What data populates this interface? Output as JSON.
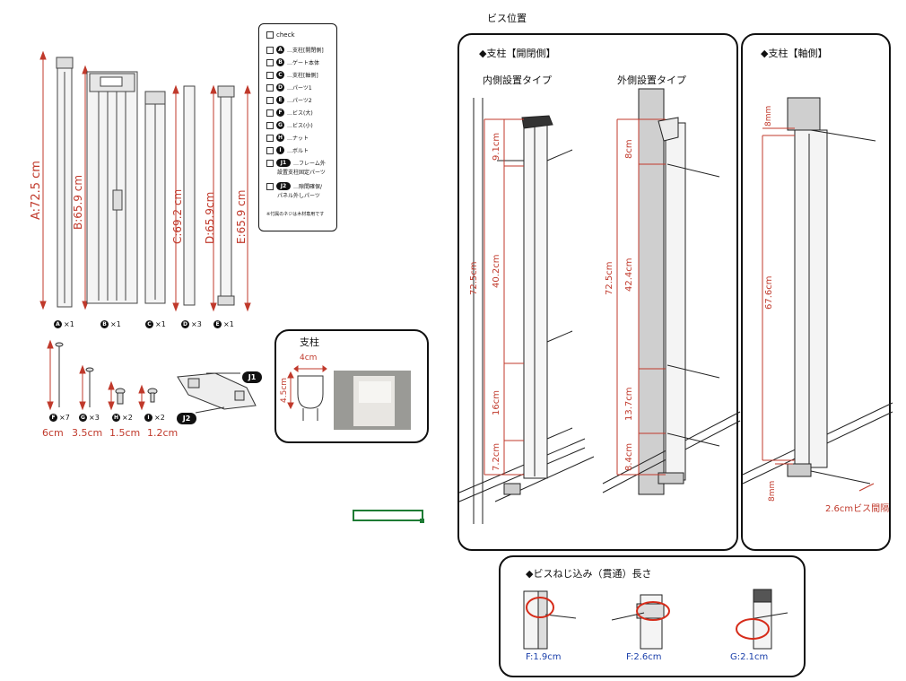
{
  "top_heading": "ビス位置",
  "checklist": {
    "title": "check",
    "items": [
      {
        "badge": "A",
        "text": "…支柱[開閉側]"
      },
      {
        "badge": "B",
        "text": "…ゲート本体"
      },
      {
        "badge": "C",
        "text": "…支柱[軸側]"
      },
      {
        "badge": "D",
        "text": "…パーツ1"
      },
      {
        "badge": "E",
        "text": "…パーツ2"
      },
      {
        "badge": "F",
        "text": "…ビス(大)"
      },
      {
        "badge": "G",
        "text": "…ビス(小)"
      },
      {
        "badge": "H",
        "text": "…ナット"
      },
      {
        "badge": "I",
        "text": "…ボルト"
      },
      {
        "badge": "J1",
        "text": "…フレーム外",
        "sub": "設置支柱固定パーツ"
      },
      {
        "badge": "J2",
        "text": "…隙間確保/",
        "sub": "パネル外しパーツ"
      }
    ],
    "footnote": "※付属のネジは木材専用です"
  },
  "parts": [
    {
      "dim": "A:72.5 cm",
      "badge": "A",
      "qty": "×1"
    },
    {
      "dim": "B:65.9 cm",
      "badge": "B",
      "qty": "×1"
    },
    {
      "dim": "C:69.2 cm",
      "badge": "C",
      "qty": "×1"
    },
    {
      "dim": "D:65.9cm",
      "badge": "D",
      "qty": "×3"
    },
    {
      "dim": "E:65.9 cm",
      "badge": "E",
      "qty": "×1"
    }
  ],
  "screws": [
    {
      "badge": "F",
      "qty": "×7",
      "size": "6cm"
    },
    {
      "badge": "G",
      "qty": "×3",
      "size": "3.5cm"
    },
    {
      "badge": "H",
      "qty": "×2",
      "size": "1.5cm"
    },
    {
      "badge": "I",
      "qty": "×2",
      "size": "1.2cm"
    }
  ],
  "j_badges": [
    "J1",
    "J2"
  ],
  "post_detail": {
    "title": "支柱",
    "width": "4cm",
    "height": "4.5cm"
  },
  "open_side": {
    "title": "◆支柱【開閉側】",
    "inner": {
      "title": "内側設置タイプ",
      "total": "72.5cm",
      "seg1": "9.1cm",
      "seg2": "40.2cm",
      "seg3": "16cm",
      "seg4": "7.2cm"
    },
    "outer": {
      "title": "外側設置タイプ",
      "total": "72.5cm",
      "seg1": "8cm",
      "seg2": "42.4cm",
      "seg3": "13.7cm",
      "seg4": "8.4cm"
    }
  },
  "axis_side": {
    "title": "◆支柱【軸側】",
    "top": "8mm",
    "mid": "67.6cm",
    "bottom": "8mm",
    "spacing": "2.6cmビス間隔"
  },
  "depth": {
    "title": "◆ビスねじ込み（貫通）長さ",
    "items": [
      "F:1.9cm",
      "F:2.6cm",
      "G:2.1cm"
    ]
  },
  "colors": {
    "accent": "#c0392b",
    "outline": "#111111",
    "cell": "#1e7b34"
  }
}
